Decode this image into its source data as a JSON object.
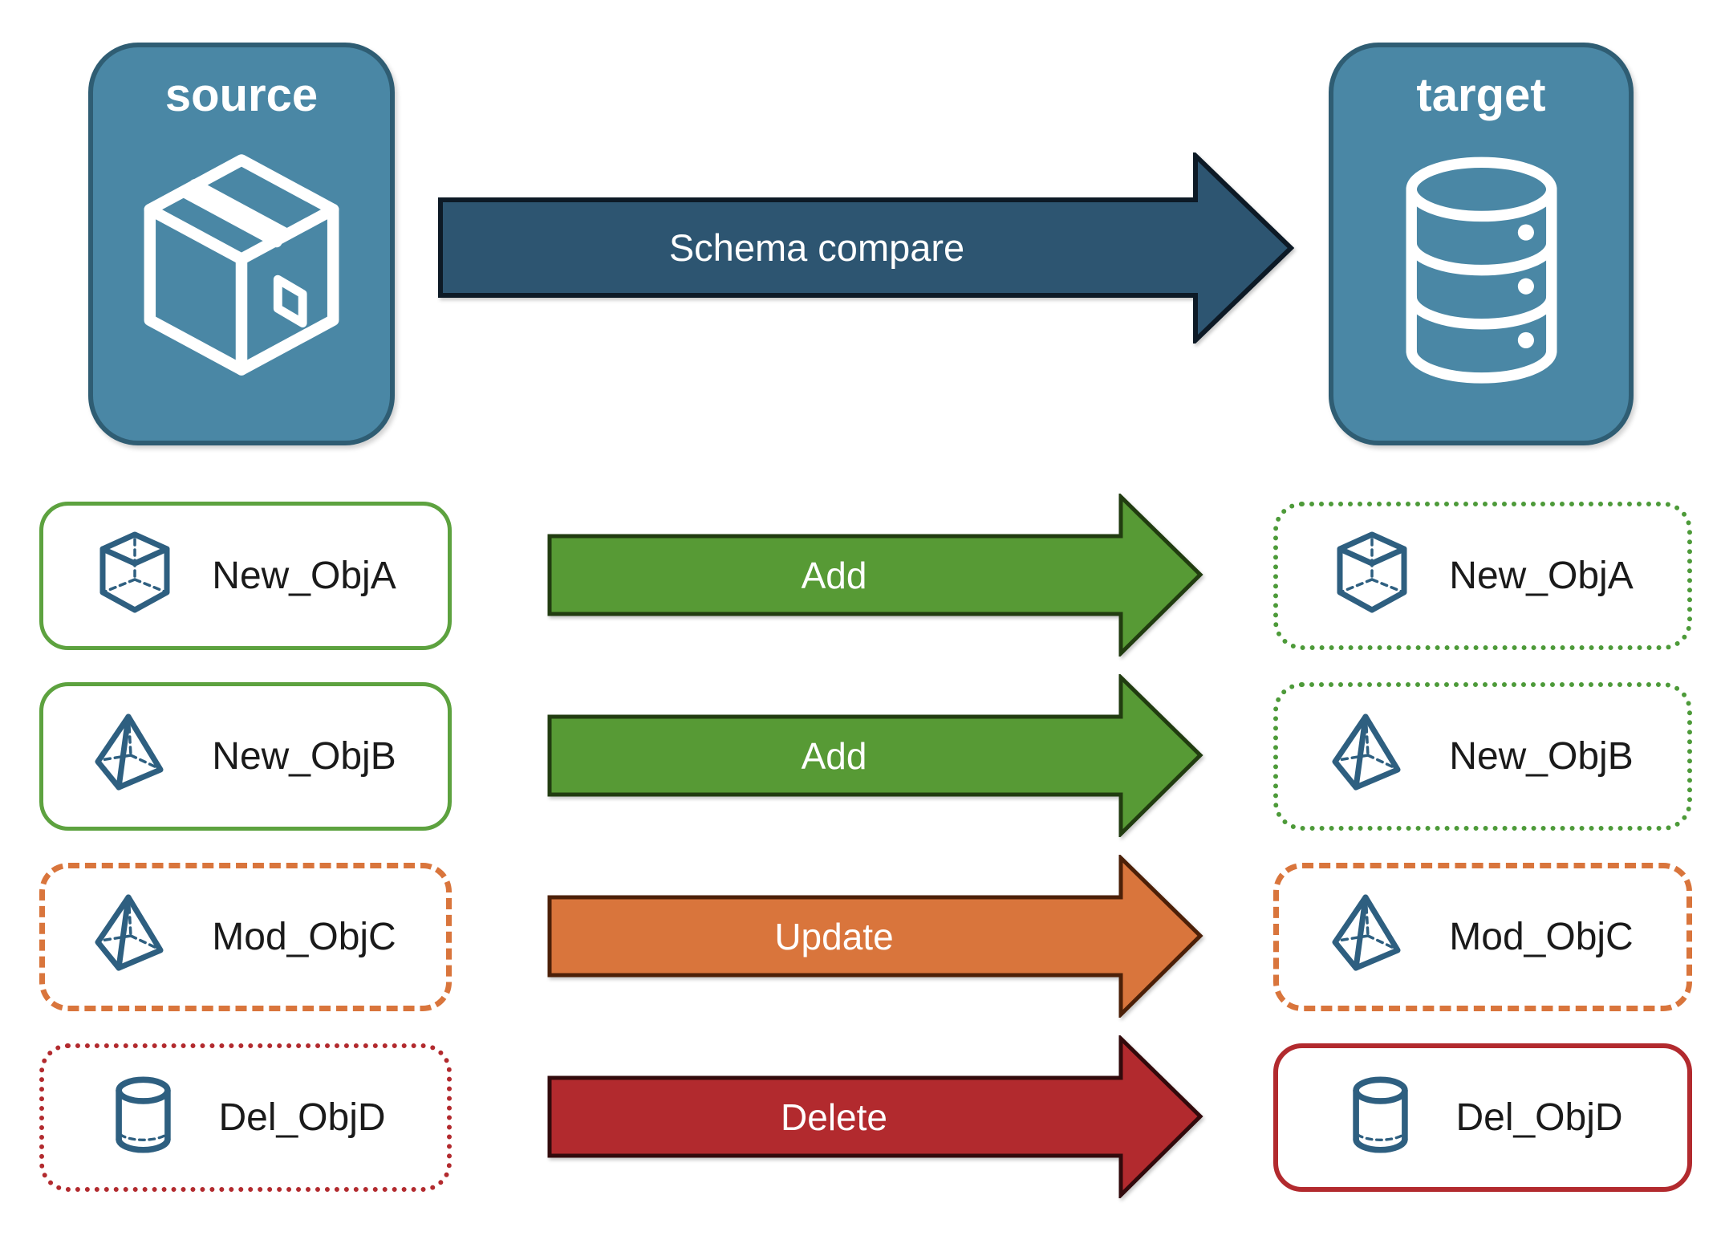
{
  "diagram": {
    "source": {
      "label": "source",
      "icon": "package-icon"
    },
    "target": {
      "label": "target",
      "icon": "database-icon"
    },
    "compare_arrow": {
      "label": "Schema compare"
    },
    "rows": [
      {
        "object_name": "New_ObjA",
        "action": "Add",
        "icon": "cube-icon",
        "source_border": "solid-green",
        "target_border": "dotted-green"
      },
      {
        "object_name": "New_ObjB",
        "action": "Add",
        "icon": "pyramid-icon",
        "source_border": "solid-green",
        "target_border": "dotted-green"
      },
      {
        "object_name": "Mod_ObjC",
        "action": "Update",
        "icon": "pyramid-icon",
        "source_border": "dashed-orange",
        "target_border": "dashed-orange"
      },
      {
        "object_name": "Del_ObjD",
        "action": "Delete",
        "icon": "cylinder-icon",
        "source_border": "dotted-red",
        "target_border": "solid-red"
      }
    ],
    "colors": {
      "node_fill": "#4a87a5",
      "node_border": "#2f5d73",
      "compare_arrow_fill": "#2d5571",
      "compare_arrow_border": "#0d1a26",
      "add_arrow_fill": "#579a35",
      "add_arrow_border": "#213c10",
      "update_arrow_fill": "#d9753c",
      "update_arrow_border": "#4c2008",
      "delete_arrow_fill": "#b22a2e",
      "delete_arrow_border": "#320a0c",
      "green_border": "#5da23f",
      "orange_border": "#d9753c",
      "red_border": "#b22a2e",
      "icon_stroke": "#2e5f80",
      "label_text": "#1a1a1a",
      "arrow_text": "#ffffff"
    }
  }
}
